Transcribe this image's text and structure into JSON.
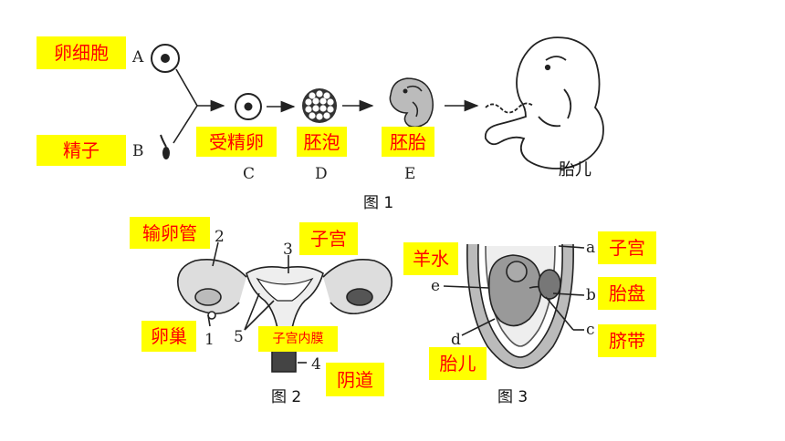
{
  "fig1": {
    "caption": "图 1",
    "letters": {
      "a": "A",
      "b": "B",
      "c": "C",
      "d": "D",
      "e": "E"
    },
    "fetus_label": "胎儿",
    "tags": {
      "egg": "卵细胞",
      "sperm": "精子",
      "zygote": "受精卵",
      "blastocyst": "胚泡",
      "embryo": "胚胎"
    }
  },
  "fig2": {
    "caption": "图 2",
    "numbers": {
      "n1": "1",
      "n2": "2",
      "n3": "3",
      "n4": "4",
      "n5": "5"
    },
    "tags": {
      "oviduct": "输卵管",
      "uterus": "子宫",
      "ovary": "卵巢",
      "endometrium": "子宫内膜",
      "vagina": "阴道"
    }
  },
  "fig3": {
    "caption": "图 3",
    "letters": {
      "a": "a",
      "b": "b",
      "c": "c",
      "d": "d",
      "e": "e"
    },
    "tags": {
      "amniotic_fluid": "羊水",
      "uterus": "子宫",
      "placenta": "胎盘",
      "umbilical_cord": "脐带",
      "fetus": "胎儿"
    }
  },
  "colors": {
    "tag_bg": "#ffff00",
    "tag_text": "#ff0000",
    "line": "#222222"
  }
}
